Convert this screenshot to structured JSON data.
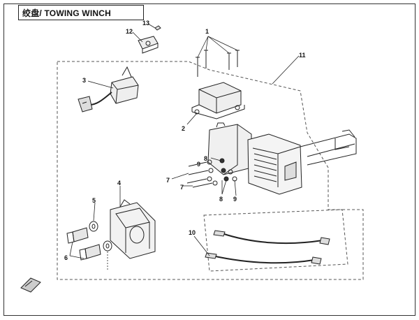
{
  "page": {
    "title": "绞盘/ TOWING WINCH"
  },
  "callouts": [
    {
      "id": "c1",
      "text": "1"
    },
    {
      "id": "c2",
      "text": "2"
    },
    {
      "id": "c3",
      "text": "3"
    },
    {
      "id": "c4",
      "text": "4"
    },
    {
      "id": "c5",
      "text": "5"
    },
    {
      "id": "c6",
      "text": "6"
    },
    {
      "id": "c7a",
      "text": "7"
    },
    {
      "id": "c7b",
      "text": "7"
    },
    {
      "id": "c8a",
      "text": "8"
    },
    {
      "id": "c8b",
      "text": "8"
    },
    {
      "id": "c9a",
      "text": "9"
    },
    {
      "id": "c9b",
      "text": "9"
    },
    {
      "id": "c10",
      "text": "10"
    },
    {
      "id": "c11",
      "text": "11"
    },
    {
      "id": "c12",
      "text": "12"
    },
    {
      "id": "c13",
      "text": "13"
    }
  ]
}
